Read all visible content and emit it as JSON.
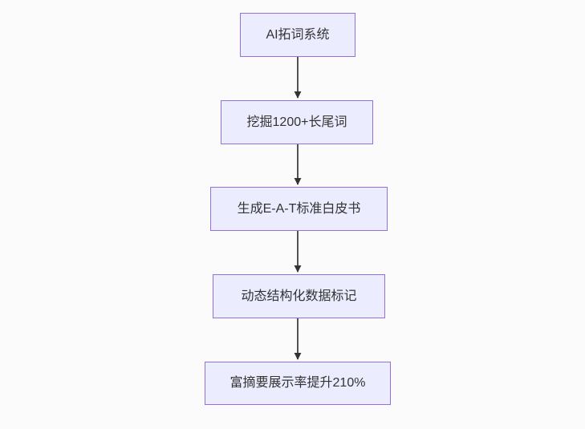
{
  "diagram": {
    "type": "flowchart",
    "direction": "top-down",
    "nodes": [
      {
        "id": "A",
        "label": "AI拓词系统"
      },
      {
        "id": "B",
        "label": "挖掘1200+长尾词"
      },
      {
        "id": "C",
        "label": "生成E-A-T标准白皮书"
      },
      {
        "id": "D",
        "label": "动态结构化数据标记"
      },
      {
        "id": "E",
        "label": "富摘要展示率提升210%"
      }
    ],
    "edges": [
      {
        "from": "A",
        "to": "B"
      },
      {
        "from": "B",
        "to": "C"
      },
      {
        "from": "C",
        "to": "D"
      },
      {
        "from": "D",
        "to": "E"
      }
    ],
    "colors": {
      "background": "#fbfbfb",
      "node_fill": "#ececff",
      "node_border": "#9370db",
      "arrow": "#333333",
      "text": "#333333"
    }
  }
}
